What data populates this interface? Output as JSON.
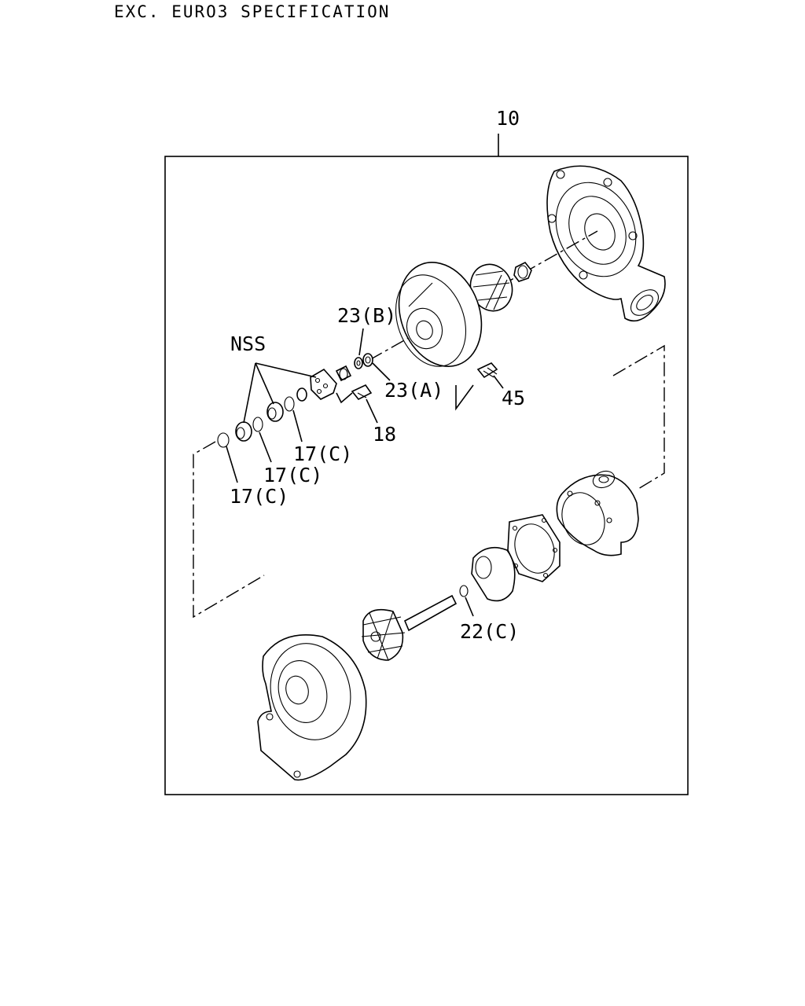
{
  "header": {
    "text": "EXC. EURO3 SPECIFICATION"
  },
  "labels": {
    "assembly": "10",
    "nss": "NSS",
    "p23b": "23(B)",
    "p23a": "23(A)",
    "p45": "45",
    "p18": "18",
    "p17c_1": "17(C)",
    "p17c_2": "17(C)",
    "p17c_3": "17(C)",
    "p22c": "22(C)"
  }
}
